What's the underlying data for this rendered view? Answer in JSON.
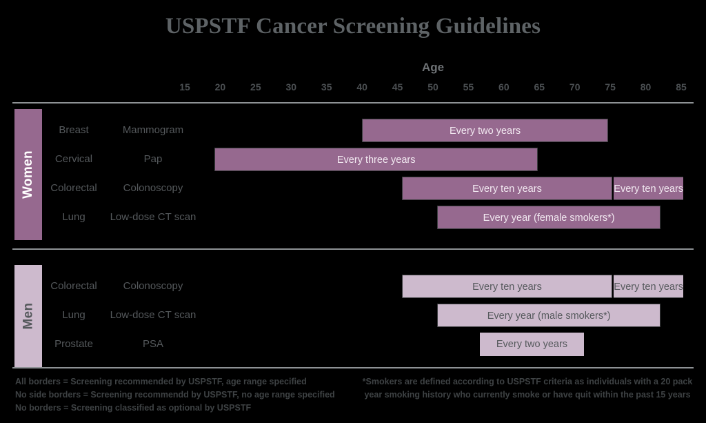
{
  "title": "USPSTF Cancer Screening Guidelines",
  "axis": {
    "label": "Age",
    "ticks": [
      "15",
      "20",
      "25",
      "30",
      "35",
      "40",
      "45",
      "50",
      "55",
      "60",
      "65",
      "70",
      "75",
      "80",
      "85"
    ]
  },
  "colors": {
    "women_bar": "#96698f",
    "men_bar": "#cdbacd",
    "background": "#000000",
    "title_text": "#5e6366",
    "rule": "#8e9295"
  },
  "sections": [
    {
      "name": "Women",
      "rows": [
        {
          "cancer": "Breast",
          "test": "Mammogram",
          "bars": [
            {
              "label": "Every two years",
              "start_age": 40,
              "end_age": 74.7,
              "border": "all"
            }
          ]
        },
        {
          "cancer": "Cervical",
          "test": "Pap",
          "bars": [
            {
              "label": "Every three years",
              "start_age": 19.2,
              "end_age": 64.8,
              "border": "all"
            }
          ]
        },
        {
          "cancer": "Colorectal",
          "test": "Colonoscopy",
          "bars": [
            {
              "label": "Every ten years",
              "start_age": 45.6,
              "end_age": 75.3,
              "border": "all"
            },
            {
              "label": "Every ten years",
              "start_age": 75.5,
              "end_age": 85.3,
              "border": "noside"
            }
          ]
        },
        {
          "cancer": "Lung",
          "test": "Low-dose CT scan",
          "bars": [
            {
              "label": "Every year (female smokers*)",
              "start_age": 50.6,
              "end_age": 82.1,
              "border": "all"
            }
          ]
        }
      ]
    },
    {
      "name": "Men",
      "rows": [
        {
          "cancer": "Colorectal",
          "test": "Colonoscopy",
          "bars": [
            {
              "label": "Every ten years",
              "start_age": 45.6,
              "end_age": 75.3,
              "border": "all"
            },
            {
              "label": "Every ten years",
              "start_age": 75.5,
              "end_age": 85.3,
              "border": "noside"
            }
          ]
        },
        {
          "cancer": "Lung",
          "test": "Low-dose CT scan",
          "bars": [
            {
              "label": "Every year (male smokers*)",
              "start_age": 50.6,
              "end_age": 82.1,
              "border": "all"
            }
          ]
        },
        {
          "cancer": "Prostate",
          "test": "PSA",
          "bars": [
            {
              "label": "Every two years",
              "start_age": 56.6,
              "end_age": 71.3,
              "border": "none"
            }
          ]
        }
      ]
    }
  ],
  "footnotes": {
    "left": [
      "All borders = Screening recommended by USPSTF, age range specified",
      "No side borders = Screening recommendd by USPSTF, no age range specified",
      "No borders = Screening classified as optional by USPSTF"
    ],
    "right": "*Smokers are defined according to USPSTF criteria as individuals with a 20 pack year smoking history who currently smoke or have quit within the past 15  years"
  },
  "chart_data": {
    "type": "table",
    "title": "USPSTF Cancer Screening Guidelines",
    "xlabel": "Age",
    "xlim": [
      13,
      86
    ],
    "xticks": [
      15,
      20,
      25,
      30,
      35,
      40,
      45,
      50,
      55,
      60,
      65,
      70,
      75,
      80,
      85
    ],
    "grid": false,
    "legend": [
      "All borders = Screening recommended by USPSTF, age range specified",
      "No side borders = Screening recommendd by USPSTF, no age range specified",
      "No borders = Screening classified as optional by USPSTF"
    ],
    "series": [
      {
        "name": "Women / Breast / Mammogram",
        "label": "Every two years",
        "x_start": 40,
        "x_end": 75,
        "border": "all",
        "color": "#96698f"
      },
      {
        "name": "Women / Cervical / Pap",
        "label": "Every three years",
        "x_start": 19,
        "x_end": 65,
        "border": "all",
        "color": "#96698f"
      },
      {
        "name": "Women / Colorectal / Colonoscopy (a)",
        "label": "Every ten years",
        "x_start": 46,
        "x_end": 75,
        "border": "all",
        "color": "#96698f"
      },
      {
        "name": "Women / Colorectal / Colonoscopy (b)",
        "label": "Every ten years",
        "x_start": 75,
        "x_end": 85,
        "border": "noside",
        "color": "#96698f"
      },
      {
        "name": "Women / Lung / Low-dose CT scan",
        "label": "Every year (female smokers*)",
        "x_start": 51,
        "x_end": 82,
        "border": "all",
        "color": "#96698f"
      },
      {
        "name": "Men / Colorectal / Colonoscopy (a)",
        "label": "Every ten years",
        "x_start": 46,
        "x_end": 75,
        "border": "all",
        "color": "#cdbacd"
      },
      {
        "name": "Men / Colorectal / Colonoscopy (b)",
        "label": "Every ten years",
        "x_start": 75,
        "x_end": 85,
        "border": "noside",
        "color": "#cdbacd"
      },
      {
        "name": "Men / Lung / Low-dose CT scan",
        "label": "Every year (male smokers*)",
        "x_start": 51,
        "x_end": 82,
        "border": "all",
        "color": "#cdbacd"
      },
      {
        "name": "Men / Prostate / PSA",
        "label": "Every two years",
        "x_start": 57,
        "x_end": 71,
        "border": "none",
        "color": "#cdbacd"
      }
    ]
  }
}
